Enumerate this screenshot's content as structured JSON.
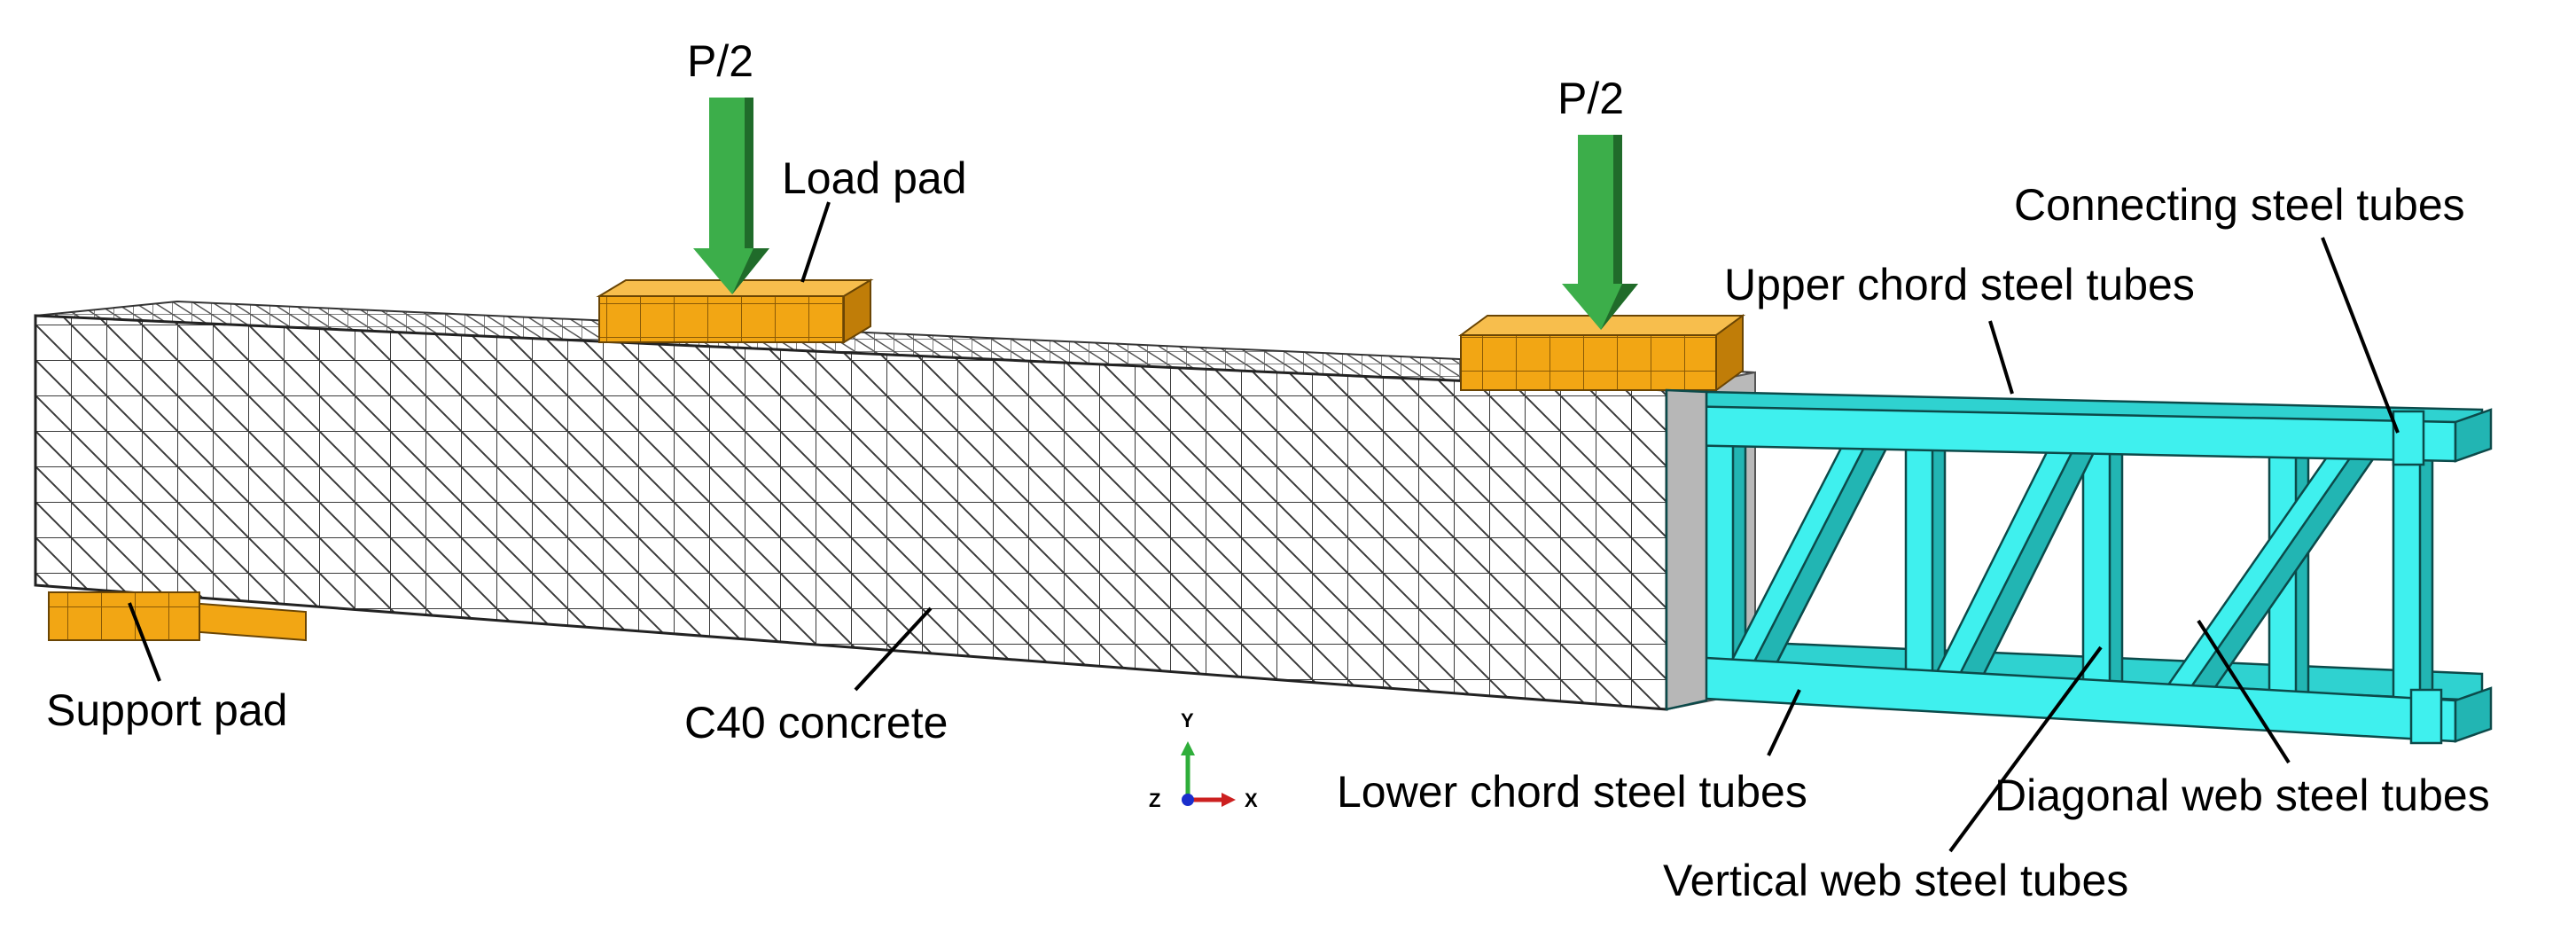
{
  "labels": {
    "load_left": "P/2",
    "load_right": "P/2",
    "load_pad": "Load pad",
    "support_pad": "Support pad",
    "concrete": "C40 concrete",
    "upper_chord": "Upper chord steel tubes",
    "connecting": "Connecting steel tubes",
    "lower_chord": "Lower chord steel tubes",
    "vertical_web": "Vertical web steel tubes",
    "diagonal_web": "Diagonal web steel tubes"
  },
  "triad": {
    "y": "Y",
    "x": "X",
    "z": "Z"
  },
  "colors": {
    "concrete_fill": "#ffffff",
    "mesh_line": "#333333",
    "pad": "#f2a614",
    "pad_dark": "#c07d08",
    "steel": "#3ff0ee",
    "steel_dark": "#1a9fa0",
    "arrow": "#3cae4a",
    "arrow_dark": "#206b2a"
  }
}
